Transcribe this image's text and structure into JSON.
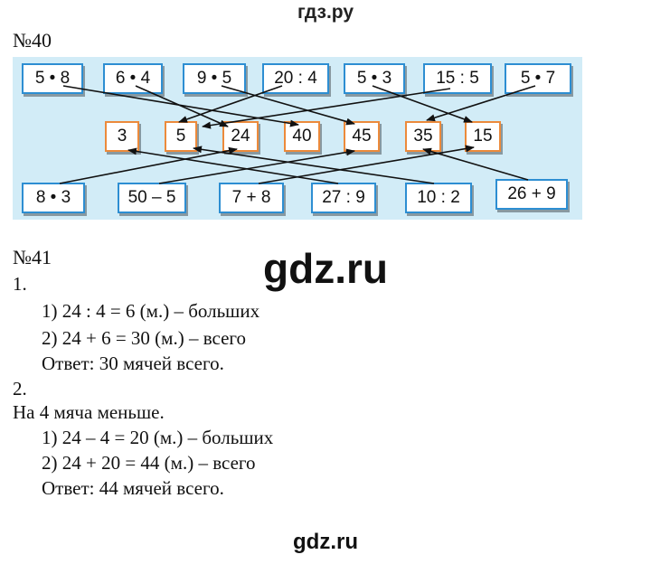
{
  "site_top": "гдз.ру",
  "ex40": {
    "number": "№40",
    "top_row": [
      "5 • 8",
      "6 • 4",
      "9 • 5",
      "20 : 4",
      "5 • 3",
      "15 : 5",
      "5 • 7"
    ],
    "middle_row": [
      "3",
      "5",
      "24",
      "40",
      "45",
      "35",
      "15"
    ],
    "bottom_row": [
      "8 • 3",
      "50 – 5",
      "7 + 8",
      "27 : 9",
      "10 : 2",
      "26 + 9"
    ]
  },
  "watermark_big": "gdz.ru",
  "ex41": {
    "number": "№41",
    "lines": [
      "1.",
      "1)  24 : 4 = 6 (м.) – больших",
      "2)  24 + 6 = 30 (м.) – всего",
      "Ответ: 30 мячей всего.",
      "2.",
      "На 4 мяча меньше.",
      "1)  24 – 4 = 20 (м.) – больших",
      "2)  24 + 20 = 44 (м.) – всего",
      "Ответ: 44 мячей всего."
    ]
  },
  "watermark_small": "gdz.ru"
}
